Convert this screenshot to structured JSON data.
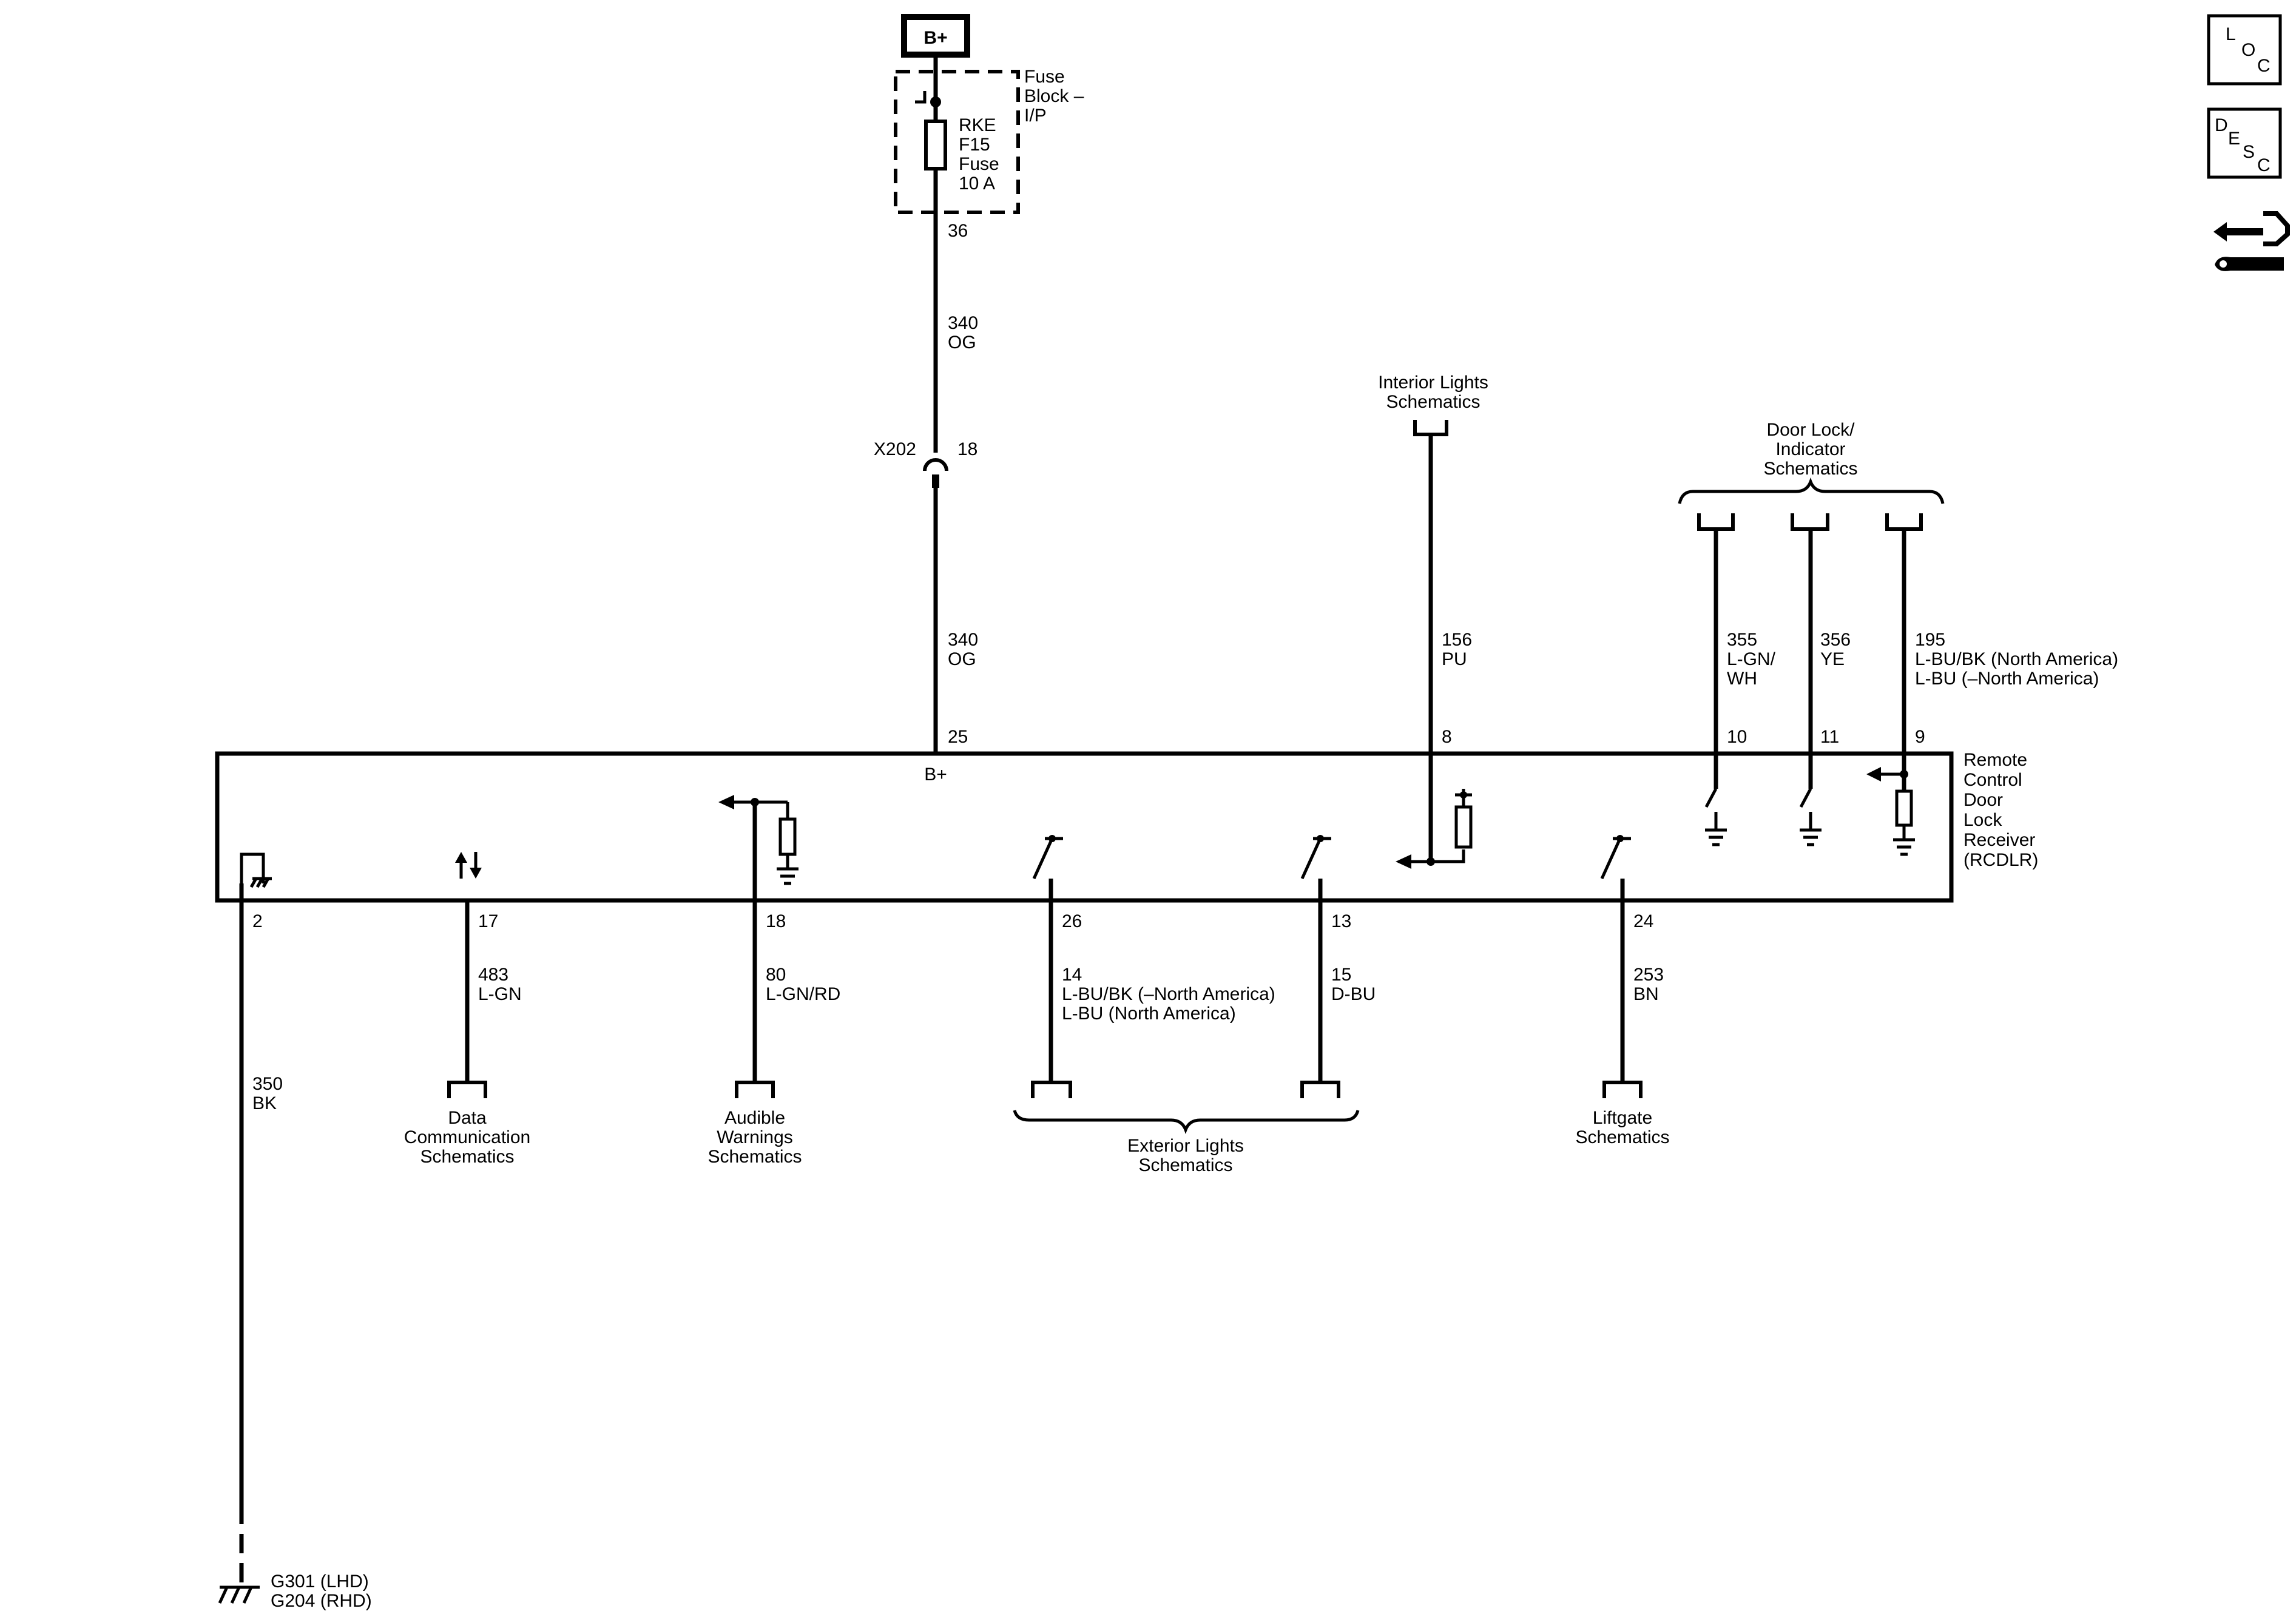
{
  "fuse": {
    "source_label": "B+",
    "block_label": [
      "Fuse",
      "Block –",
      "I/P"
    ],
    "fuse_label": [
      "RKE",
      "F15",
      "Fuse",
      "10 A"
    ],
    "pin": "36"
  },
  "supply": {
    "upper_wire": [
      "340",
      "OG"
    ],
    "connector": "X202",
    "connector_pin": "18",
    "lower_wire": [
      "340",
      "OG"
    ],
    "module_pin": "25",
    "internal_label": "B+"
  },
  "module": {
    "name": [
      "Remote",
      "Control",
      "Door",
      "Lock",
      "Receiver",
      "(RCDLR)"
    ]
  },
  "top_circuits": [
    {
      "pin": "8",
      "wire": [
        "156",
        "PU"
      ],
      "destination": [
        "Interior Lights",
        "Schematics"
      ]
    },
    {
      "pin": "10",
      "wire": [
        "355",
        "L-GN/",
        "WH"
      ]
    },
    {
      "pin": "11",
      "wire": [
        "356",
        "YE"
      ]
    },
    {
      "pin": "9",
      "wire": [
        "195",
        "L-BU/BK (North America)",
        "L-BU (–North America)"
      ]
    }
  ],
  "door_lock_destination": [
    "Door Lock/",
    "Indicator",
    "Schematics"
  ],
  "bottom_circuits": [
    {
      "pin": "2",
      "wire": [
        "350",
        "BK"
      ],
      "ground": [
        "G301 (LHD)",
        "G204 (RHD)"
      ]
    },
    {
      "pin": "17",
      "wire": [
        "483",
        "L-GN"
      ],
      "destination": [
        "Data",
        "Communication",
        "Schematics"
      ]
    },
    {
      "pin": "18",
      "wire": [
        "80",
        "L-GN/RD"
      ],
      "destination": [
        "Audible",
        "Warnings",
        "Schematics"
      ]
    },
    {
      "pin": "26",
      "wire": [
        "14",
        "L-BU/BK (–North America)",
        "L-BU (North America)"
      ]
    },
    {
      "pin": "13",
      "wire": [
        "15",
        "D-BU"
      ]
    },
    {
      "pin": "24",
      "wire": [
        "253",
        "BN"
      ],
      "destination": [
        "Liftgate",
        "Schematics"
      ]
    }
  ],
  "exterior_destination": [
    "Exterior Lights",
    "Schematics"
  ],
  "toolbar": {
    "loc_icon": "loc-icon",
    "desc_icon": "desc-icon",
    "connector_tool_icon": "connector-tool-icon"
  }
}
